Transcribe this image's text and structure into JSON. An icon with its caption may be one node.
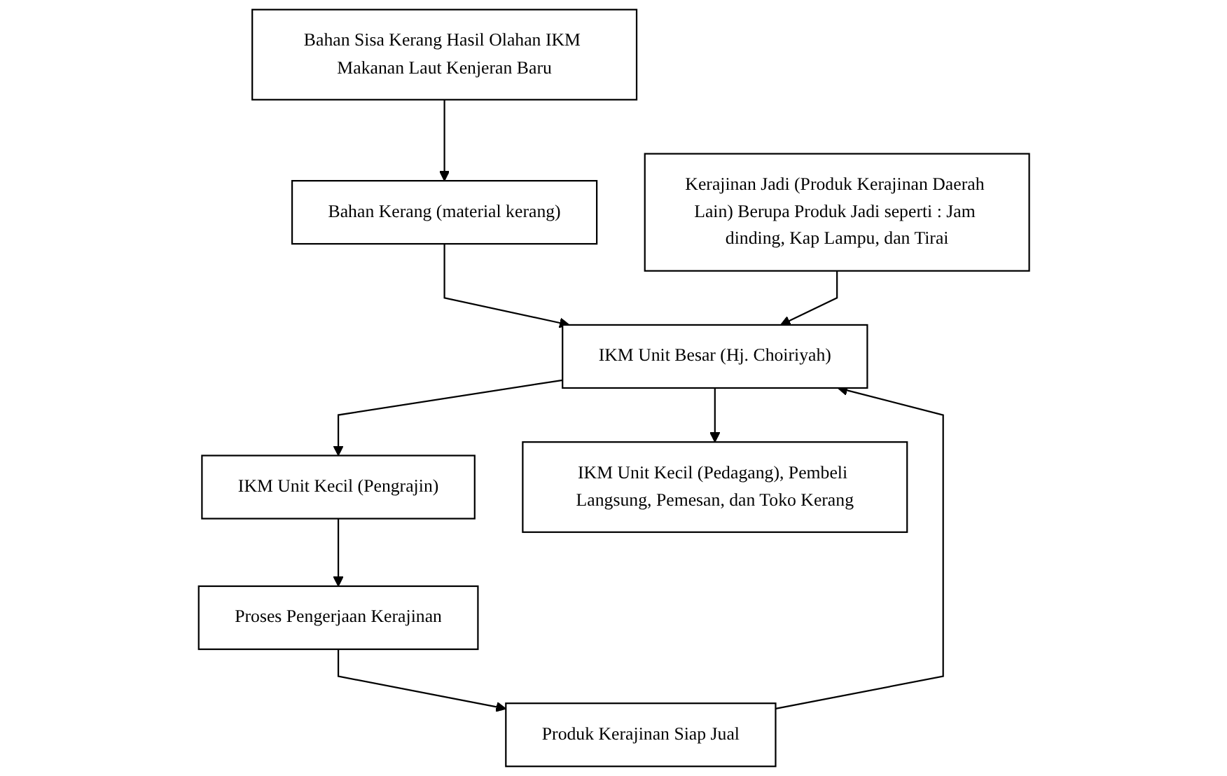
{
  "diagram": {
    "nodes": [
      {
        "text": [
          "Bahan Sisa Kerang Hasil Olahan IKM Makanan Laut Kenjeran Baru"
        ]
      },
      {
        "text": [
          "Bahan Kerang (material kerang)"
        ]
      },
      {
        "text": [
          "Kerajinan Jadi (Produk Kerajinan Daerah Lain) Berupa Produk Jadi seperti : Jam dinding, Kap Lampu, dan Tirai"
        ]
      },
      {
        "text": [
          "IKM Unit Besar (Hj. Choiriyah)"
        ]
      },
      {
        "text": [
          "IKM Unit Kecil (Pengrajin)"
        ]
      },
      {
        "text": [
          "IKM Unit Kecil (Pedagang), Pembeli Langsung, Pemesan, dan Toko Kerang"
        ]
      },
      {
        "text": [
          "Proses Pengerjaan Kerajinan"
        ]
      },
      {
        "text": [
          "Produk Kerajinan Siap Jual"
        ]
      }
    ],
    "edges": [
      {
        "from": 0,
        "to": 1,
        "arrow": "to"
      },
      {
        "from": 1,
        "to": 3,
        "arrow": "to"
      },
      {
        "from": 2,
        "to": 3,
        "arrow": "to"
      },
      {
        "from": 3,
        "to": 4,
        "arrow": "to"
      },
      {
        "from": 3,
        "to": 5,
        "arrow": "to"
      },
      {
        "from": 4,
        "to": 6,
        "arrow": "to"
      },
      {
        "from": 6,
        "to": 7,
        "arrow": "to"
      },
      {
        "from": 7,
        "to": 3,
        "arrow": "to"
      }
    ]
  }
}
